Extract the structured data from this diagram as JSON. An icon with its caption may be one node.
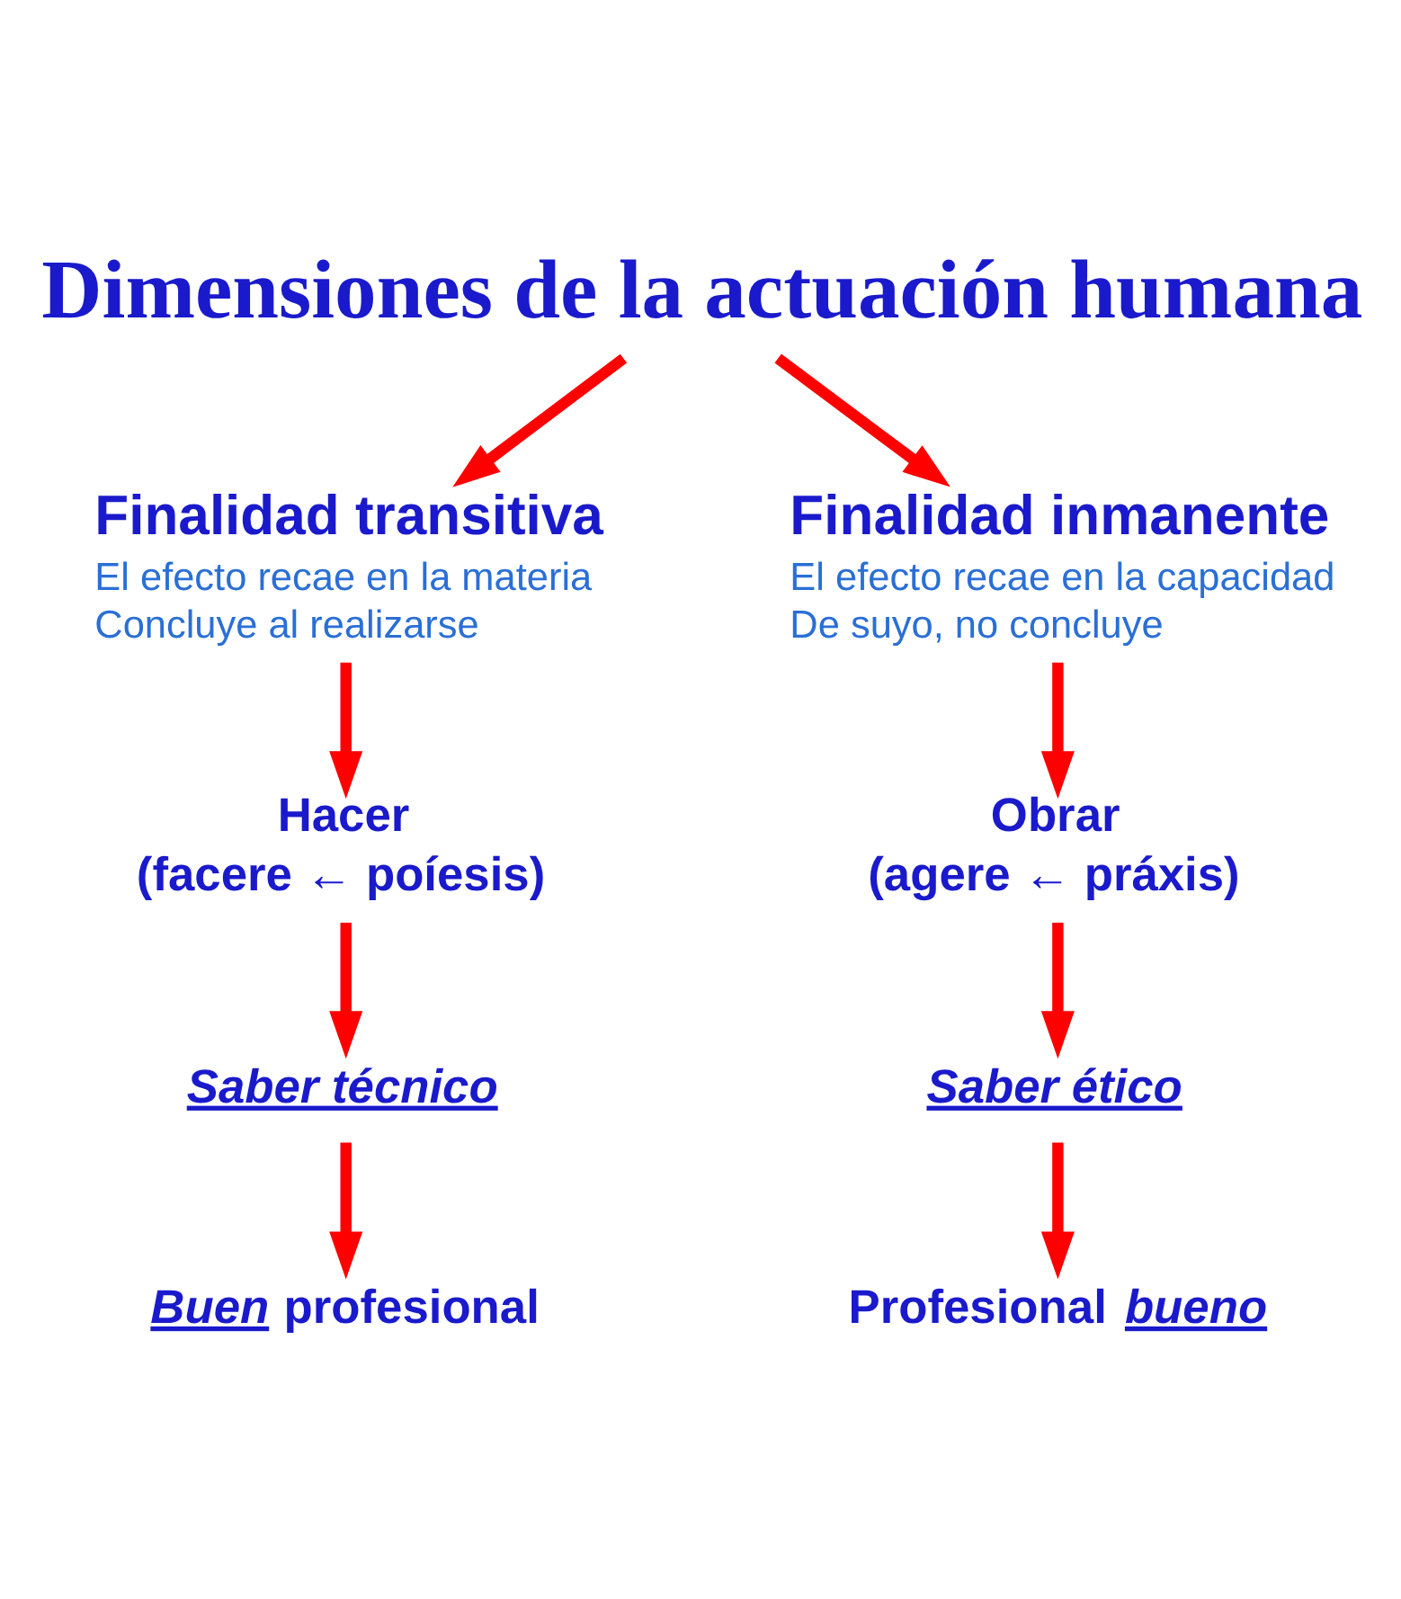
{
  "diagram": {
    "nodes": [
      {
        "text": [
          "Dimensiones de la actuación humana"
        ]
      },
      {
        "text": [
          "Finalidad transitiva",
          "El efecto recae en la materia",
          "Concluye al realizarse"
        ]
      },
      {
        "text": [
          "Finalidad inmanente",
          "El efecto recae en la capacidad",
          "De suyo, no concluye"
        ]
      },
      {
        "text": [
          "Hacer",
          "(facere ← poíesis)"
        ]
      },
      {
        "text": [
          "Obrar",
          "(agere ← práxis)"
        ]
      },
      {
        "text": [
          "Saber técnico"
        ]
      },
      {
        "text": [
          "Saber ético"
        ]
      },
      {
        "text": [
          "*Buen* profesional"
        ]
      },
      {
        "text": [
          "Profesional *bueno*"
        ]
      }
    ],
    "edges": [
      {
        "from": 0,
        "to": 1,
        "arrow": "to"
      },
      {
        "from": 0,
        "to": 2,
        "arrow": "to"
      },
      {
        "from": 1,
        "to": 3,
        "arrow": "to"
      },
      {
        "from": 2,
        "to": 4,
        "arrow": "to"
      },
      {
        "from": 3,
        "to": 5,
        "arrow": "to"
      },
      {
        "from": 4,
        "to": 6,
        "arrow": "to"
      },
      {
        "from": 5,
        "to": 7,
        "arrow": "to"
      },
      {
        "from": 6,
        "to": 8,
        "arrow": "to"
      }
    ]
  }
}
